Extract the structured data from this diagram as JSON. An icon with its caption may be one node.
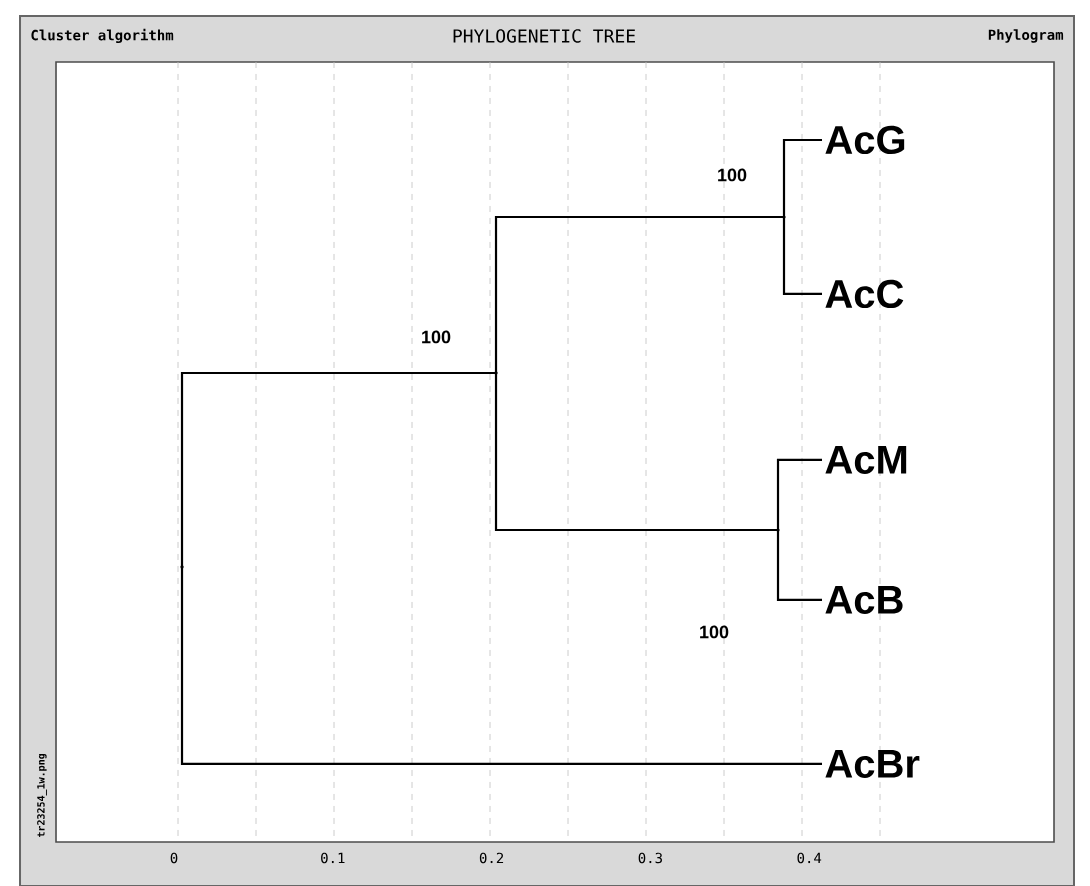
{
  "diagram": {
    "title": "PHYLOGENETIC TREE",
    "nodes": [
      {
        "text": [],
        "shape": "point"
      },
      {
        "text": [],
        "shape": "point",
        "beside": [
          "100"
        ]
      },
      {
        "text": [],
        "shape": "point",
        "beside": [
          "100"
        ]
      },
      {
        "text": [
          "AcG"
        ]
      },
      {
        "text": [
          "AcC"
        ]
      },
      {
        "text": [],
        "shape": "point"
      },
      {
        "text": [
          "AcM"
        ]
      },
      {
        "text": [
          "AcB"
        ]
      },
      {
        "text": [
          "AcBr"
        ]
      }
    ],
    "edges": [
      {
        "from": 0,
        "to": 1,
        "arrow": "none"
      },
      {
        "from": 0,
        "to": 8,
        "arrow": "none"
      },
      {
        "from": 1,
        "to": 2,
        "arrow": "none"
      },
      {
        "from": 1,
        "to": 5,
        "arrow": "none"
      },
      {
        "from": 2,
        "to": 3,
        "arrow": "none"
      },
      {
        "from": 2,
        "to": 4,
        "arrow": "none"
      },
      {
        "from": 5,
        "to": 6,
        "arrow": "none"
      },
      {
        "from": 5,
        "to": 7,
        "arrow": "none"
      }
    ],
    "labels": [
      "Cluster algorithm",
      "Phylogram",
      "tr23254_1w.png",
      "0",
      "0.1",
      "0.2",
      "0.3",
      "0.4",
      "100"
    ]
  }
}
